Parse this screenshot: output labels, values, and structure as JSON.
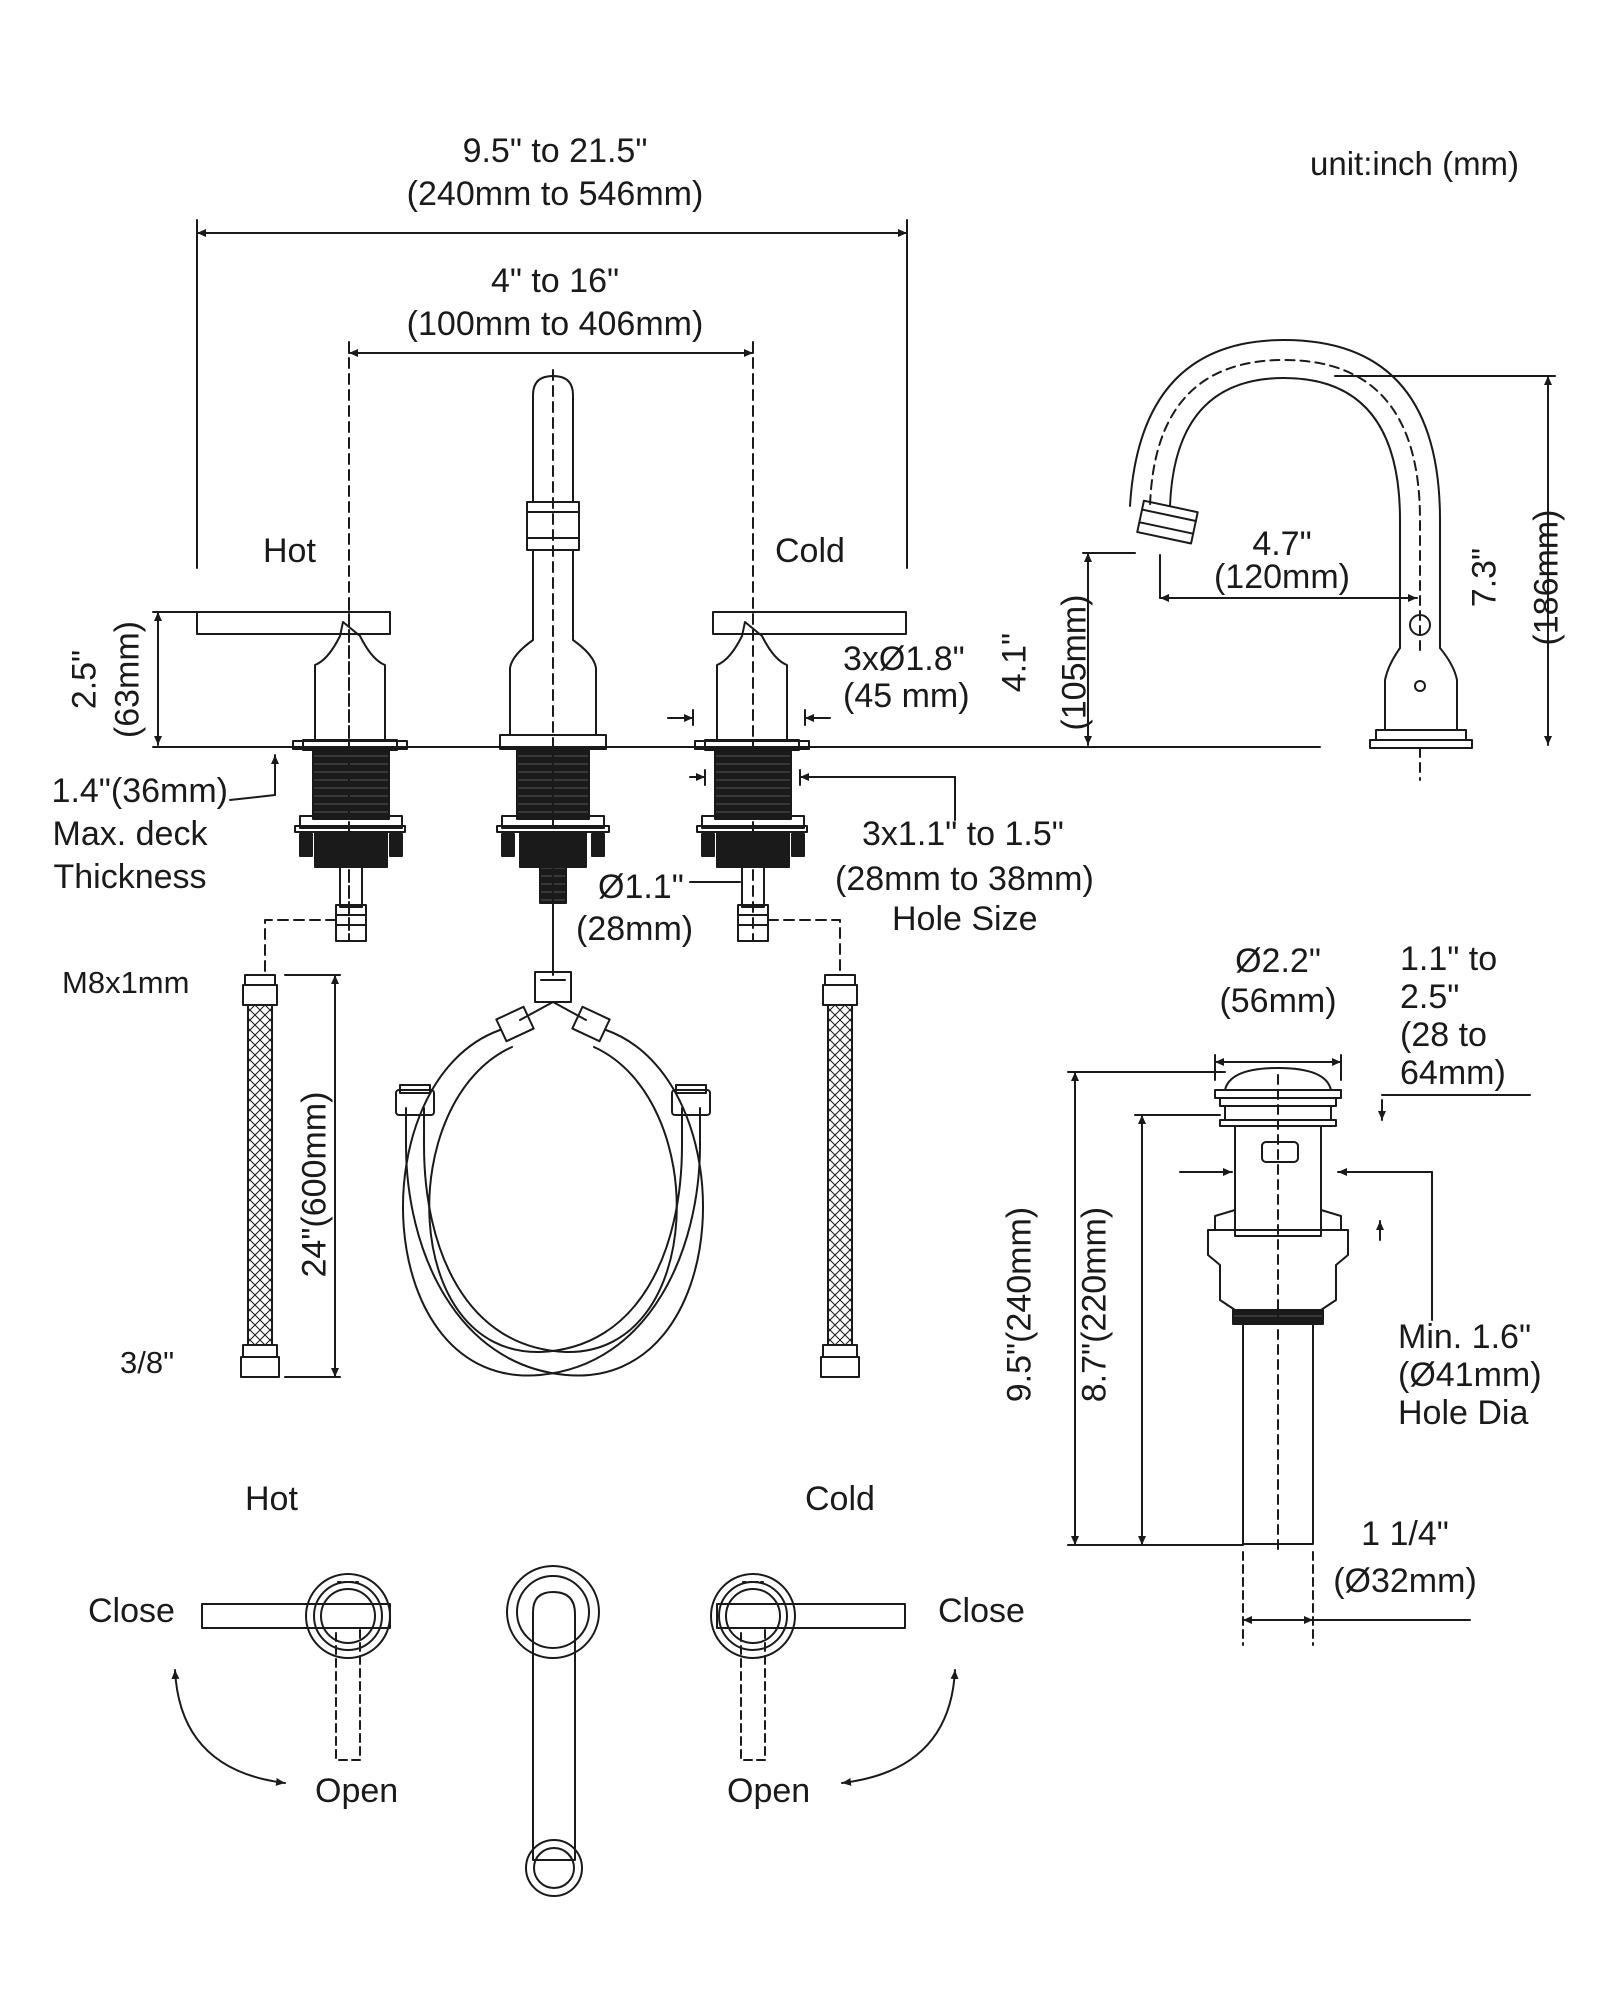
{
  "unit": "unit:inch (mm)",
  "front": {
    "overall_width": "9.5\" to 21.5\"",
    "overall_width_mm": "(240mm to 546mm)",
    "center_width": "4\" to 16\"",
    "center_width_mm": "(100mm to 406mm)",
    "hot": "Hot",
    "cold": "Cold",
    "handle_height": "2.5\"",
    "handle_height_mm": "(63mm)",
    "base_dia": "3xØ1.8\"",
    "base_dia_mm": "(45 mm)",
    "deck_1": "1.4\"(36mm)",
    "deck_2": "Max. deck",
    "deck_3": "Thickness",
    "hole_1": "3x1.1\" to 1.5\"",
    "hole_2": "(28mm to 38mm)",
    "hole_3": "Hole Size",
    "shank_dia": "Ø1.1\"",
    "shank_dia_mm": "(28mm)"
  },
  "side": {
    "reach": "4.7\"",
    "reach_mm": "(120mm)",
    "spout_height": "4.1\"",
    "spout_height_mm": "(105mm)",
    "total_height": "7.3\"",
    "total_height_mm": "(186mm)"
  },
  "hoses": {
    "thread": "M8x1mm",
    "fitting": "3/8\"",
    "length": "24\"(600mm)"
  },
  "drain": {
    "cap_dia": "Ø2.2\"",
    "cap_dia_mm": "(56mm)",
    "range_1": "1.1\" to",
    "range_2": "2.5\"",
    "range_3": "(28 to",
    "range_4": "64mm)",
    "min_1": "Min. 1.6\"",
    "min_2": "(Ø41mm)",
    "min_3": "Hole Dia",
    "total_len": "9.5\"(240mm)",
    "body_len": "8.7\"(220mm)",
    "tail_dia": "1 1/4\"",
    "tail_dia_mm": "(Ø32mm)"
  },
  "top_view": {
    "hot": "Hot",
    "cold": "Cold",
    "close_left": "Close",
    "close_right": "Close",
    "open_left": "Open",
    "open_right": "Open"
  }
}
